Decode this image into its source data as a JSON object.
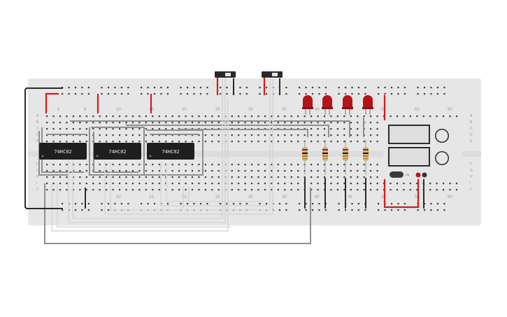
{
  "breadboard": {
    "column_numbers_top": [
      "1",
      "5",
      "10",
      "15",
      "20",
      "25",
      "30",
      "35",
      "40",
      "45",
      "50",
      "55",
      "60"
    ],
    "column_numbers_bottom": [
      "10",
      "15",
      "20",
      "25",
      "30",
      "35",
      "40",
      "45",
      "50",
      "55",
      "60"
    ],
    "row_letters_left": [
      "A",
      "B",
      "C",
      "D",
      "E",
      "F",
      "G",
      "H",
      "I",
      "J"
    ],
    "row_letters_right": [
      "A",
      "B",
      "C",
      "D",
      "E",
      "F",
      "G",
      "H",
      "I",
      "J"
    ]
  },
  "chips": [
    {
      "label": "74HC02"
    },
    {
      "label": "74HC02"
    },
    {
      "label": "74HC02"
    }
  ],
  "switches": [
    {
      "name": "switch-1"
    },
    {
      "name": "switch-2"
    }
  ],
  "leds": {
    "count": 4,
    "color": "#b3141b"
  },
  "resistors": {
    "count": 4
  },
  "power_supply": {
    "button_label": "ON",
    "probe_colors": [
      "#c1121f",
      "#333333"
    ]
  },
  "colors": {
    "board": "#e6e6e6",
    "wire_gray": "#8f8f8f",
    "wire_white": "#d9d9d9",
    "wire_red": "#d21c1c",
    "wire_black": "#2b2b2b",
    "chip": "#1f1f1f"
  }
}
